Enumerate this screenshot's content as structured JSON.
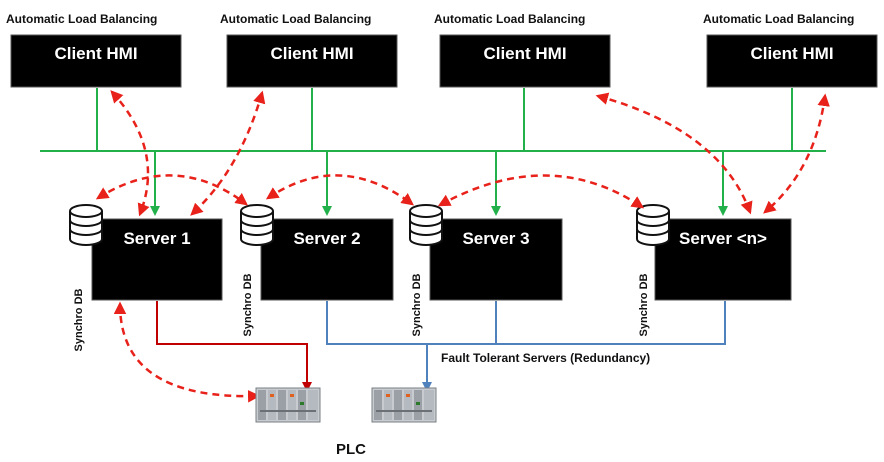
{
  "load_balancing_labels": [
    "Automatic Load Balancing",
    "Automatic Load Balancing",
    "Automatic Load Balancing",
    "Automatic Load Balancing"
  ],
  "clients": [
    "Client HMI",
    "Client HMI",
    "Client HMI",
    "Client HMI"
  ],
  "servers": [
    "Server 1",
    "Server 2",
    "Server 3",
    "Server <n>"
  ],
  "db_labels": [
    "Synchro DB",
    "Synchro DB",
    "Synchro DB",
    "Synchro DB"
  ],
  "caption": "Fault Tolerant Servers (Redundancy)",
  "plc_label": "PLC",
  "colors": {
    "box": "#000000",
    "network_line": "#22b04b",
    "red_line": "#c00000",
    "blue_line": "#4f81bd",
    "arrow": "#e8211a"
  },
  "icons": [
    "database-icon",
    "plc-device-icon"
  ]
}
